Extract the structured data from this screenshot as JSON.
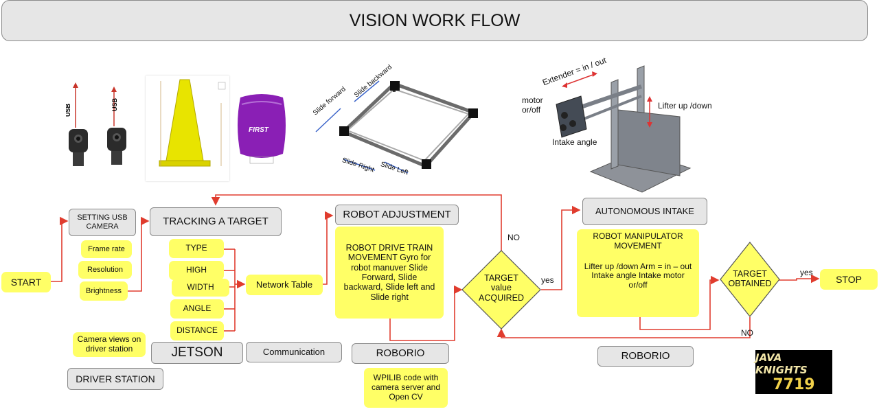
{
  "title": "VISION WORK FLOW",
  "boxes": {
    "start": "START",
    "setting_usb_camera": "SETTING USB CAMERA",
    "frame_rate": "Frame rate",
    "resolution": "Resolution",
    "brightness": "Brightness",
    "tracking_target": "TRACKING A TARGET",
    "type": "TYPE",
    "high": "HIGH",
    "width": "WIDTH",
    "angle": "ANGLE",
    "distance": "DISTANCE",
    "network_table": "Network Table",
    "robot_adjustment": "ROBOT ADJUSTMENT",
    "robot_drive": "ROBOT DRIVE TRAIN MOVEMENT Gyro for robot manuver Slide Forward, Slide backward, Slide left and Slide right",
    "target_acquired": "TARGET value ACQUIRED",
    "no_top": "NO",
    "yes_mid": "yes",
    "autonomous_intake": "AUTONOMOUS  INTAKE",
    "robot_manipulator_title": "ROBOT MANIPULATOR MOVEMENT",
    "robot_manipulator_body": "Lifter up /down Arm = in – out Intake angle Intake motor or/off",
    "target_obtained": "TARGET OBTAINED",
    "yes_right": "yes",
    "stop": "STOP",
    "no_bottom": "NO",
    "camera_views": "Camera views on driver station",
    "driver_station": "DRIVER STATION",
    "jetson": "JETSON",
    "communication": "Communication",
    "roborio_left": "ROBORIO",
    "wpilib": "WPILIB code with camera server and Open CV",
    "roborio_right": "ROBORIO"
  },
  "image_labels": {
    "usb1": "USB",
    "usb2": "USB",
    "slide_forward": "Slide forward",
    "slide_backward": "Slide backward",
    "slide_right": "Slide Right",
    "slide_left": "Slide Left",
    "extender": "Extender = in / out",
    "motor": "motor or/off",
    "lifter": "Lifter up /down",
    "intake_angle": "Intake angle",
    "first": "FIRST",
    "logo_line1": "JAVA KNIGHTS",
    "logo_line2": "7719"
  }
}
